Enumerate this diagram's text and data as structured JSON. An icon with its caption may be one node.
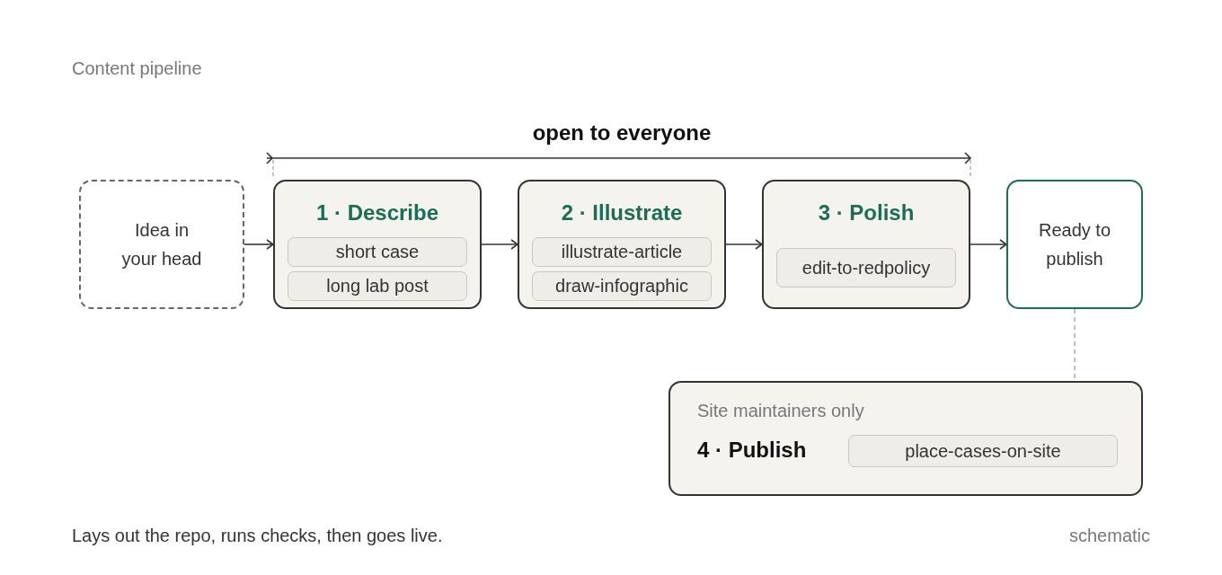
{
  "diagram": {
    "title": "Content pipeline",
    "caption": "Lays out the repo, runs checks, then goes live.",
    "nodes": [
      {
        "text": [
          "Idea in your head"
        ]
      },
      {
        "text": [
          "1 · Describe"
        ]
      },
      {
        "text": [
          "short case"
        ],
        "in": 1
      },
      {
        "text": [
          "long lab post"
        ],
        "in": 1
      },
      {
        "text": [
          "2 · Illustrate"
        ]
      },
      {
        "text": [
          "illustrate-article"
        ],
        "in": 4
      },
      {
        "text": [
          "draw-infographic"
        ],
        "in": 4
      },
      {
        "text": [
          "3 · Polish"
        ]
      },
      {
        "text": [
          "edit-to-redpolicy"
        ],
        "in": 7
      },
      {
        "text": [
          "Ready to publish"
        ]
      },
      {
        "text": [
          "Site maintainers only",
          "4 · Publish"
        ]
      },
      {
        "text": [
          "place-cases-on-site"
        ],
        "in": 10
      }
    ],
    "edges": [
      {
        "from": 0,
        "to": 1,
        "arrow": "to"
      },
      {
        "from": 1,
        "to": 4,
        "arrow": "to"
      },
      {
        "from": 4,
        "to": 7,
        "arrow": "to"
      },
      {
        "from": 7,
        "to": 9,
        "arrow": "to"
      },
      {
        "from": 9,
        "to": 10,
        "arrow": "none",
        "style": "dashed",
        "color": "#aaaaaa"
      }
    ],
    "labels": [
      "open to everyone",
      "schematic"
    ]
  }
}
